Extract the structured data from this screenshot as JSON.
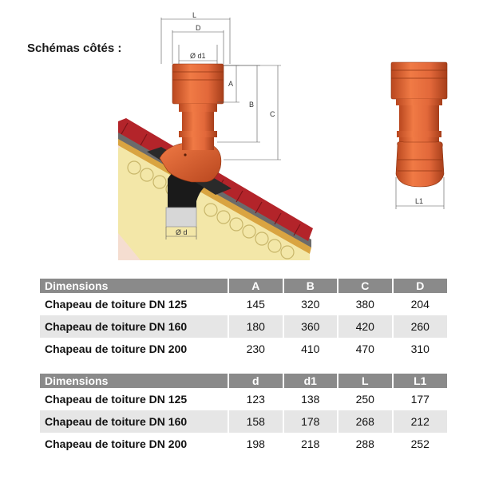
{
  "heading": "Schémas côtés :",
  "diagram_labels": {
    "L": "L",
    "D": "D",
    "d1": "Ø d1",
    "A": "A",
    "B": "B",
    "C": "C",
    "d": "Ø d",
    "L1": "L1"
  },
  "table1": {
    "headers": [
      "Dimensions",
      "A",
      "B",
      "C",
      "D"
    ],
    "rows": [
      [
        "Chapeau de toiture DN 125",
        "145",
        "320",
        "380",
        "204"
      ],
      [
        "Chapeau de toiture DN 160",
        "180",
        "360",
        "420",
        "260"
      ],
      [
        "Chapeau de toiture DN 200",
        "230",
        "410",
        "470",
        "310"
      ]
    ]
  },
  "table2": {
    "headers": [
      "Dimensions",
      "d",
      "d1",
      "L",
      "L1"
    ],
    "rows": [
      [
        "Chapeau de toiture DN 125",
        "123",
        "138",
        "250",
        "177"
      ],
      [
        "Chapeau de toiture DN 160",
        "158",
        "178",
        "268",
        "212"
      ],
      [
        "Chapeau de toiture DN 200",
        "198",
        "218",
        "288",
        "252"
      ]
    ]
  },
  "colors": {
    "pipe_orange": "#e2683a",
    "roof_red": "#b3242a",
    "header_gray": "#8a8a8a",
    "row_shade": "#e6e6e6"
  }
}
